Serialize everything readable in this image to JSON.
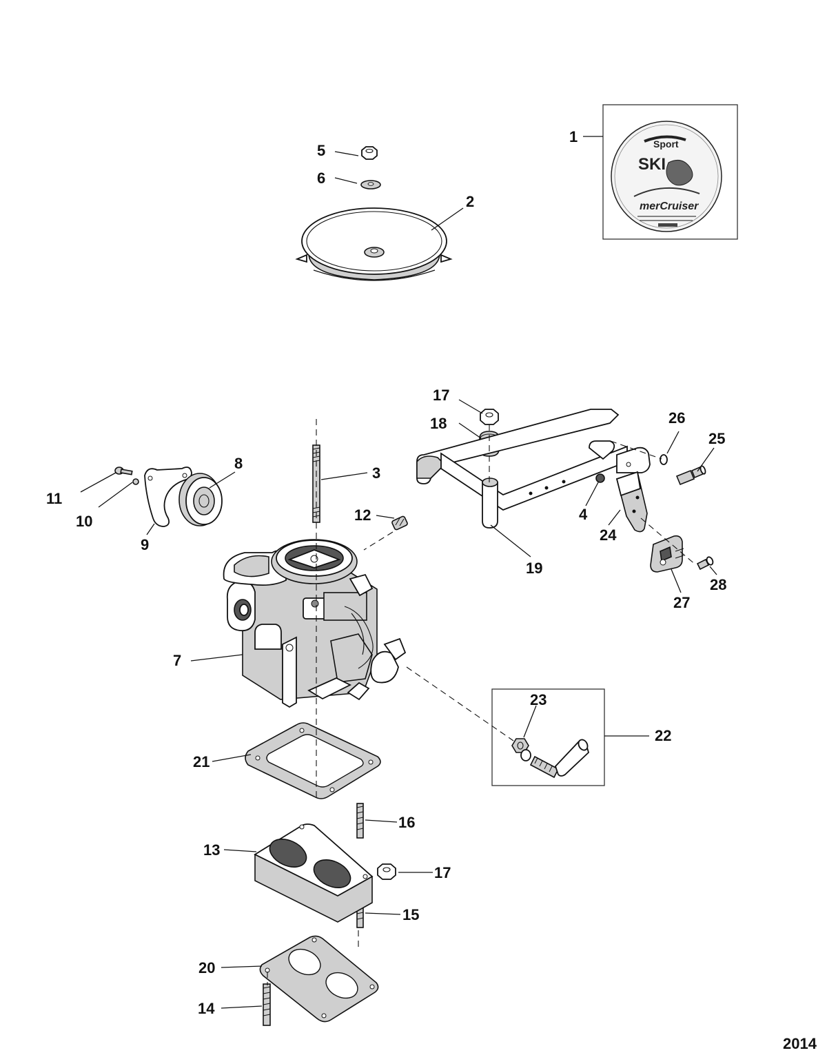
{
  "callouts": [
    {
      "id": "c1",
      "label": "1"
    },
    {
      "id": "c2",
      "label": "2"
    },
    {
      "id": "c3",
      "label": "3"
    },
    {
      "id": "c4",
      "label": "4"
    },
    {
      "id": "c5",
      "label": "5"
    },
    {
      "id": "c6",
      "label": "6"
    },
    {
      "id": "c7",
      "label": "7"
    },
    {
      "id": "c8",
      "label": "8"
    },
    {
      "id": "c9",
      "label": "9"
    },
    {
      "id": "c10",
      "label": "10"
    },
    {
      "id": "c11",
      "label": "11"
    },
    {
      "id": "c12",
      "label": "12"
    },
    {
      "id": "c13",
      "label": "13"
    },
    {
      "id": "c14",
      "label": "14"
    },
    {
      "id": "c15",
      "label": "15"
    },
    {
      "id": "c16",
      "label": "16"
    },
    {
      "id": "c17a",
      "label": "17"
    },
    {
      "id": "c17b",
      "label": "17"
    },
    {
      "id": "c18",
      "label": "18"
    },
    {
      "id": "c19",
      "label": "19"
    },
    {
      "id": "c20",
      "label": "20"
    },
    {
      "id": "c21",
      "label": "21"
    },
    {
      "id": "c22",
      "label": "22"
    },
    {
      "id": "c23",
      "label": "23"
    },
    {
      "id": "c24",
      "label": "24"
    },
    {
      "id": "c25",
      "label": "25"
    },
    {
      "id": "c26",
      "label": "26"
    },
    {
      "id": "c27",
      "label": "27"
    },
    {
      "id": "c28",
      "label": "28"
    }
  ],
  "decal": {
    "line1": "Sport",
    "line2": "SKI",
    "line3": "merCruiser"
  },
  "figure_number": "2014"
}
